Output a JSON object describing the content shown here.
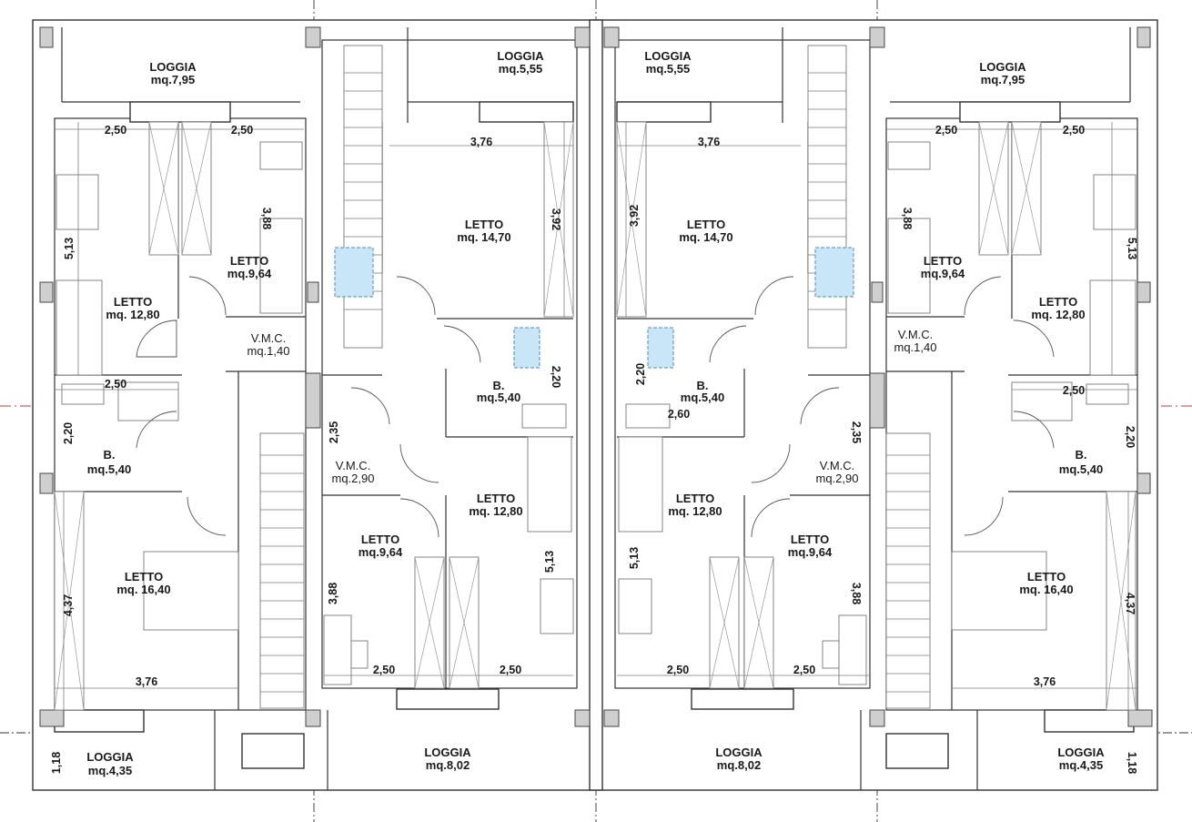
{
  "rooms": [
    {
      "name": "LOGGIA",
      "area": "mq.7,95"
    },
    {
      "name": "LOGGIA",
      "area": "mq.5,55"
    },
    {
      "name": "LOGGIA",
      "area": "mq.5,55"
    },
    {
      "name": "LOGGIA",
      "area": "mq.7,95"
    },
    {
      "name": "LETTO",
      "area": "mq.9,64"
    },
    {
      "name": "LETTO",
      "area": "mq. 12,80"
    },
    {
      "name": "LETTO",
      "area": "mq. 14,70"
    },
    {
      "name": "LETTO",
      "area": "mq. 14,70"
    },
    {
      "name": "LETTO",
      "area": "mq.9,64"
    },
    {
      "name": "LETTO",
      "area": "mq. 12,80"
    },
    {
      "name": "V.M.C.",
      "area": "mq.1,40"
    },
    {
      "name": "V.M.C.",
      "area": "mq.1,40"
    },
    {
      "name": "B.",
      "area": "mq.5,40"
    },
    {
      "name": "B.",
      "area": "mq.5,40"
    },
    {
      "name": "B.",
      "area": "mq.5,40"
    },
    {
      "name": "B.",
      "area": "mq.5,40"
    },
    {
      "name": "V.M.C.",
      "area": "mq.2,90"
    },
    {
      "name": "V.M.C.",
      "area": "mq.2,90"
    },
    {
      "name": "LETTO",
      "area": "mq. 12,80"
    },
    {
      "name": "LETTO",
      "area": "mq. 12,80"
    },
    {
      "name": "LETTO",
      "area": "mq.9,64"
    },
    {
      "name": "LETTO",
      "area": "mq.9,64"
    },
    {
      "name": "LETTO",
      "area": "mq. 16,40"
    },
    {
      "name": "LETTO",
      "area": "mq. 16,40"
    },
    {
      "name": "LOGGIA",
      "area": "mq.4,35"
    },
    {
      "name": "LOGGIA",
      "area": "mq.8,02"
    },
    {
      "name": "LOGGIA",
      "area": "mq.8,02"
    },
    {
      "name": "LOGGIA",
      "area": "mq.4,35"
    }
  ],
  "dimensions": [
    "2,50",
    "2,50",
    "3,76",
    "3,76",
    "2,50",
    "2,50",
    "5,13",
    "3,88",
    "3,92",
    "3,92",
    "3,88",
    "5,13",
    "2,50",
    "2,20",
    "2,20",
    "2,60",
    "2,50",
    "2,20",
    "2,35",
    "2,35",
    "5,13",
    "5,13",
    "4,37",
    "3,88",
    "3,88",
    "4,37",
    "2,50",
    "2,50",
    "2,50",
    "2,50",
    "3,76",
    "3,76",
    "1,18",
    "1,18"
  ],
  "colors": {
    "wall": "#333333",
    "axis_red": "#d23a3a",
    "skylight": "#c8e6f8",
    "column": "#cfcfcf"
  }
}
